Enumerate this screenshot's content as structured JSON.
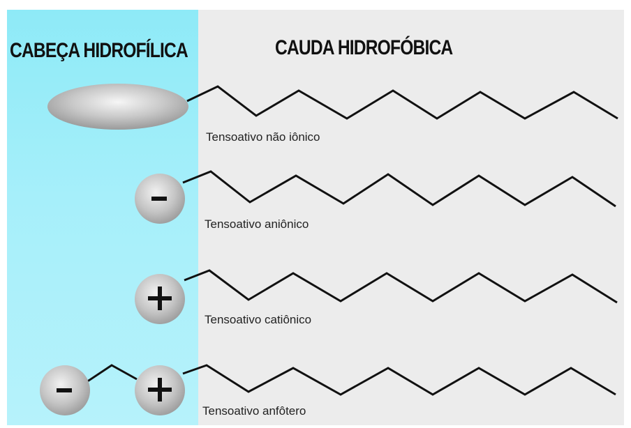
{
  "headings": {
    "head": "CABEÇA HIDROFÍLICA",
    "tail": "CAUDA HIDROFÓBICA"
  },
  "surfactants": [
    {
      "label": "Tensoativo  não iônico",
      "head_type": "neutral"
    },
    {
      "label": "Tensoativo aniônico",
      "head_type": "anionic",
      "charges": [
        "-"
      ]
    },
    {
      "label": "Tensoativo catiônico",
      "head_type": "cationic",
      "charges": [
        "+"
      ]
    },
    {
      "label": "Tensoativo anfôtero",
      "head_type": "amphoteric",
      "charges": [
        "-",
        "+"
      ]
    }
  ],
  "colors": {
    "head_region": "#a6effa",
    "tail_region": "#ececec",
    "chain": "#111111",
    "head_fill": "#c4c4c4"
  }
}
